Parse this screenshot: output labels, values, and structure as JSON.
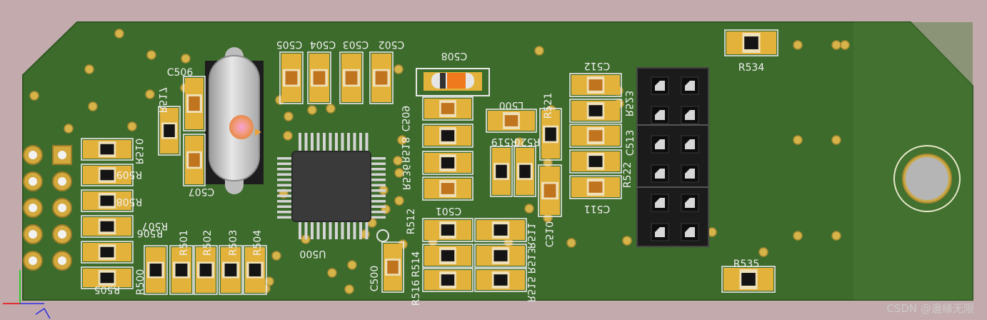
{
  "watermark": "CSDN @邊緣无限",
  "labels": {
    "C506": "C506",
    "C505": "C505",
    "C504": "C504",
    "C503": "C503",
    "C502": "C502",
    "C508": "C508",
    "C512": "C512",
    "C513": "C513",
    "C511": "C511",
    "C507": "C507",
    "C509": "C509",
    "C501": "C501",
    "C500": "C500",
    "C510": "C510",
    "R517": "R517",
    "R510": "R510",
    "R509": "R509",
    "R508": "R508",
    "R507": "R507",
    "R506": "R506",
    "R505": "R505",
    "R500": "R500",
    "R501": "R501",
    "R502": "R502",
    "R503": "R503",
    "R504": "R504",
    "R518": "R518",
    "R536": "R536",
    "R512": "R512",
    "R514": "R514",
    "R516": "R516",
    "R511": "R511",
    "R513": "R513",
    "R515": "R515",
    "R519": "R519",
    "R520": "R520",
    "R521": "R521",
    "R522": "R522",
    "R523": "R523",
    "R534": "R534",
    "R535": "R535",
    "L500": "L500",
    "U500": "U500"
  }
}
